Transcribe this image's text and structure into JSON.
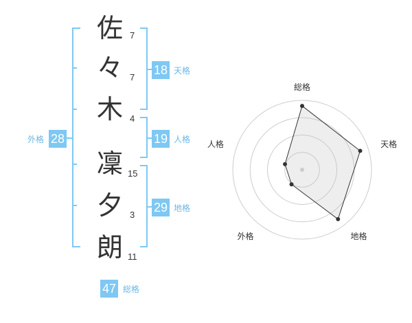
{
  "name": {
    "characters": [
      {
        "char": "佐",
        "strokes": "7"
      },
      {
        "char": "々",
        "strokes": "7"
      },
      {
        "char": "木",
        "strokes": "4"
      },
      {
        "char": "凜",
        "strokes": "15"
      },
      {
        "char": "夕",
        "strokes": "3"
      },
      {
        "char": "朗",
        "strokes": "11"
      }
    ]
  },
  "fortunes": {
    "tenkaku": {
      "value": "18",
      "label": "天格"
    },
    "jinkaku": {
      "value": "19",
      "label": "人格"
    },
    "chikaku": {
      "value": "29",
      "label": "地格"
    },
    "gaikaku": {
      "value": "28",
      "label": "外格"
    },
    "soukaku": {
      "value": "47",
      "label": "総格"
    }
  },
  "colors": {
    "accent": "#7ec8f3",
    "accent_text": "#6ab7e8",
    "text": "#333333",
    "grid": "#cccccc"
  },
  "chart_data": {
    "type": "radar",
    "axes": [
      "総格",
      "天格",
      "地格",
      "外格",
      "人格"
    ],
    "values": [
      0.92,
      0.88,
      0.88,
      0.26,
      0.26
    ],
    "range": [
      0,
      1
    ],
    "rings": 4
  }
}
